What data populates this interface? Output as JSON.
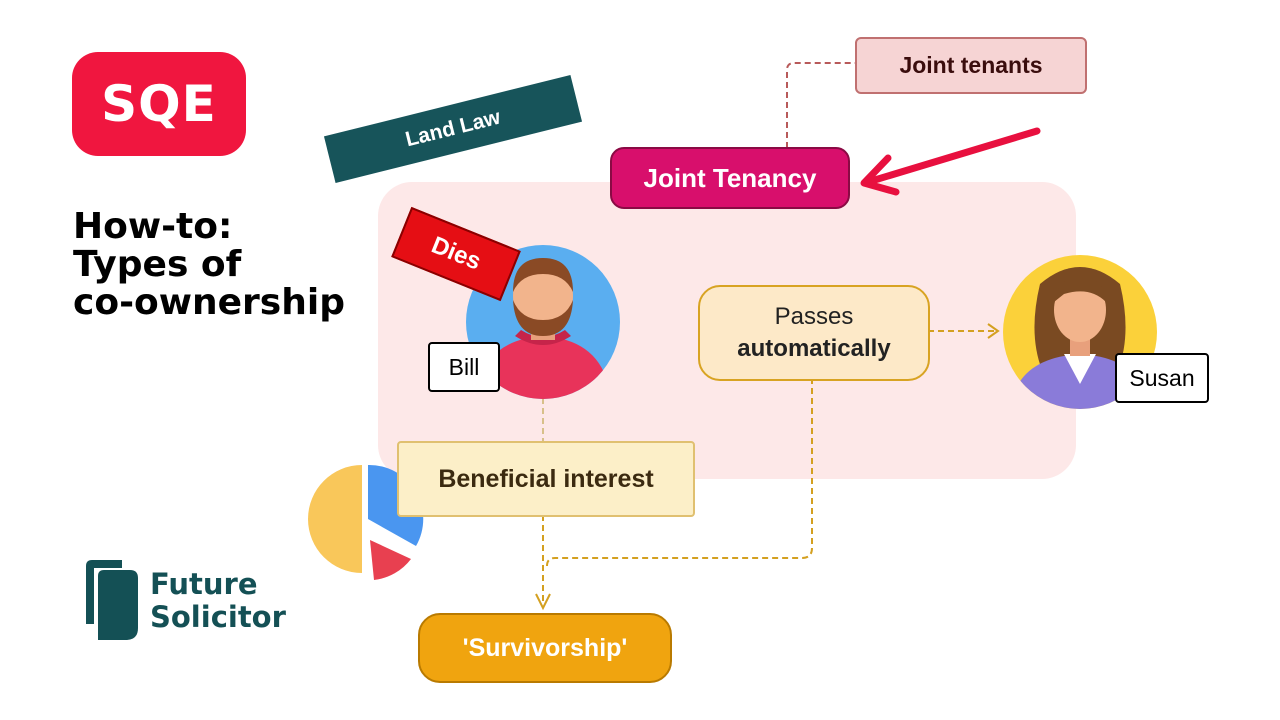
{
  "badge": {
    "text": "SQE"
  },
  "tag": {
    "text": "Land Law"
  },
  "title": {
    "line1": "How-to:",
    "line2": "Types of",
    "line3": "co-ownership"
  },
  "diagram": {
    "joint_tenancy": "Joint Tenancy",
    "joint_tenants": "Joint tenants",
    "dies": "Dies",
    "bill": "Bill",
    "susan": "Susan",
    "passes_line1": "Passes",
    "passes_line2": "automatically",
    "beneficial_interest": "Beneficial interest",
    "survivorship": "'Survivorship'"
  },
  "brand": {
    "line1": "Future",
    "line2": "Solicitor"
  },
  "colors": {
    "sqe_red": "#f0163f",
    "teal": "#17545a",
    "magenta": "#d80f6c",
    "amber": "#f0a40f",
    "arrow_red": "#e8103f"
  }
}
